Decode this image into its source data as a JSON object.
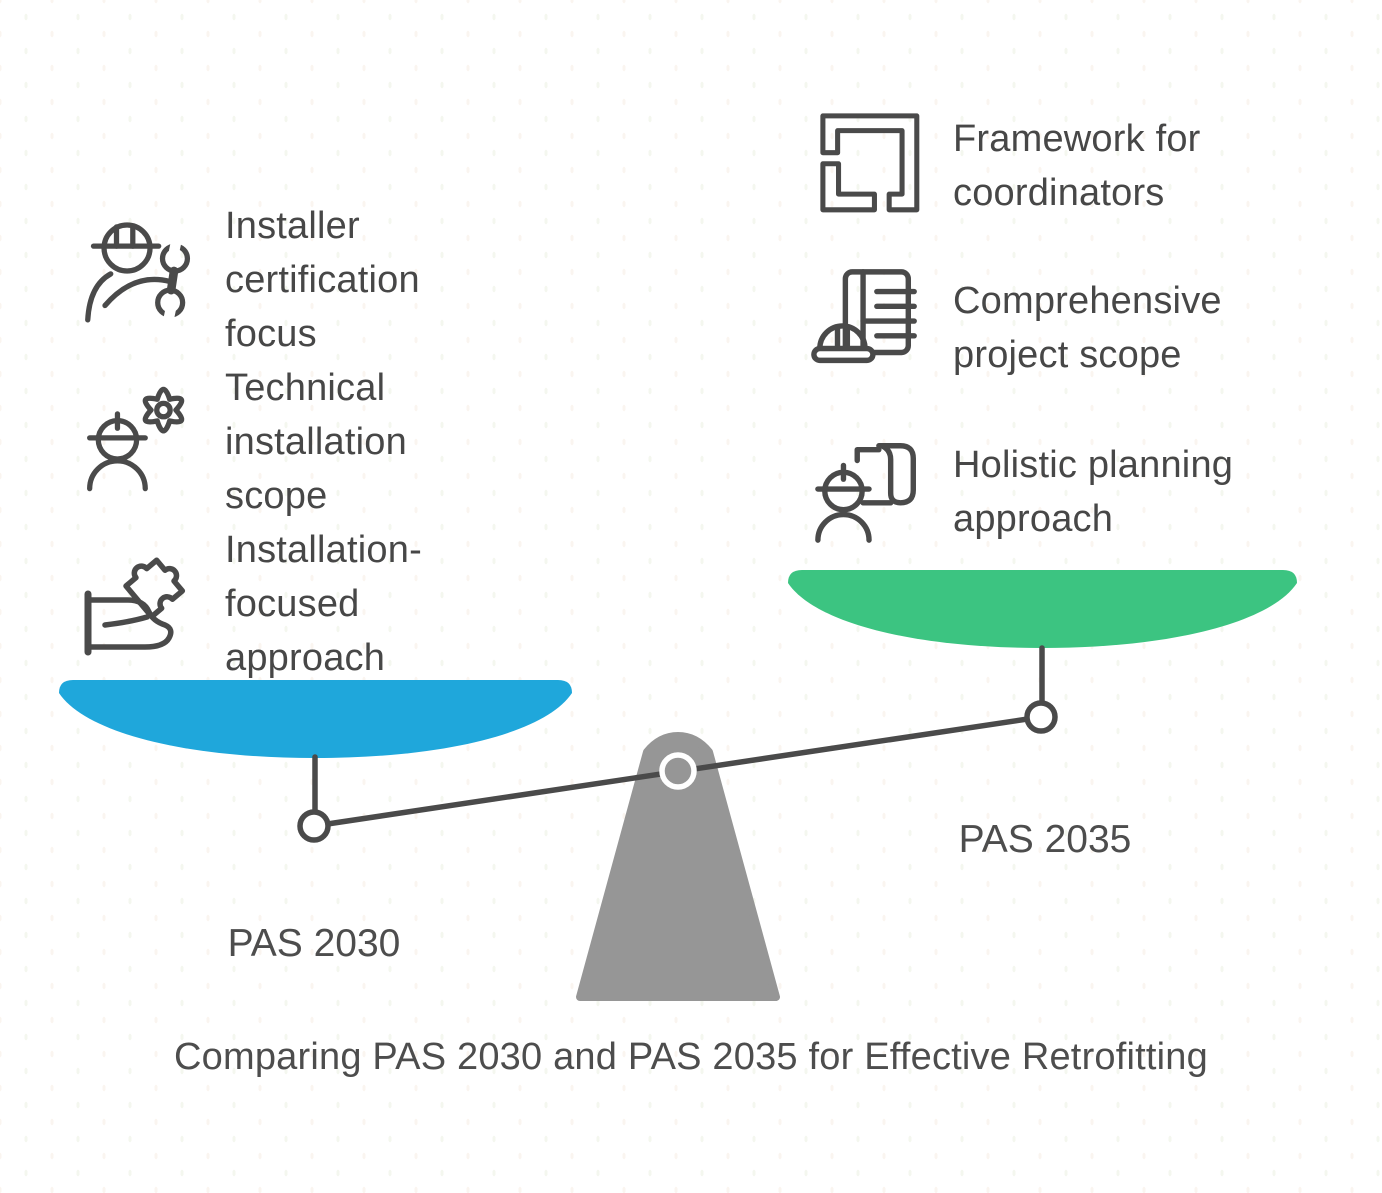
{
  "title": "Comparing PAS 2030 and PAS 2035 for Effective Retrofitting",
  "scale": {
    "left_label": "PAS 2030",
    "right_label": "PAS 2035"
  },
  "left_items": [
    {
      "icon": "worker-wrench-icon",
      "label": "Installer certification focus"
    },
    {
      "icon": "worker-gear-icon",
      "label": "Technical installation scope"
    },
    {
      "icon": "hand-puzzle-icon",
      "label": "Installation-focused approach"
    }
  ],
  "right_items": [
    {
      "icon": "frame-corners-icon",
      "label": "Framework for coordinators"
    },
    {
      "icon": "spec-sheet-hardhat-icon",
      "label": "Comprehensive project scope"
    },
    {
      "icon": "worker-blueprint-icon",
      "label": "Holistic planning approach"
    }
  ],
  "colors": {
    "pan_left_blue": "#1FA7DB",
    "pan_right_green": "#3CC481",
    "fulcrum_gray": "#969696",
    "line_dark": "#4A4A4A",
    "text_dark": "#4D4D4D"
  }
}
